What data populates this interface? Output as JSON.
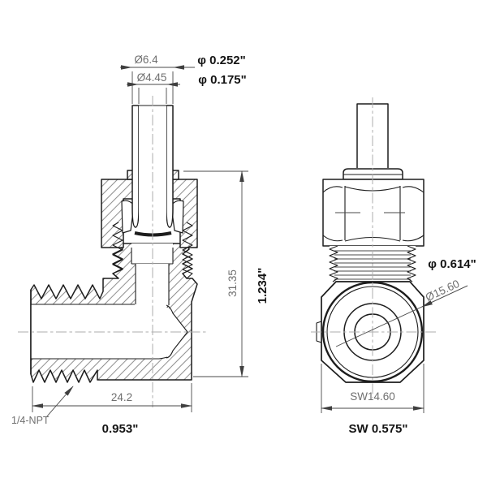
{
  "drawing": {
    "background": "#ffffff",
    "line_color": "#1d1d1d",
    "dim_line_color": "#4a4a4a",
    "mm_text_color": "#6f6f6f",
    "inch_text_color": "#141414",
    "centerline_color": "#adadad",
    "side_view": {
      "dim_tube_od_mm": "Ø6.4",
      "dim_tube_id_mm": "Ø4.45",
      "dim_tube_od_inch": "φ 0.252\"",
      "dim_tube_id_inch": "φ 0.175\"",
      "dim_height_mm": "31.35",
      "dim_height_inch": "1.234\"",
      "dim_length_mm": "24.2",
      "dim_length_inch": "0.953\"",
      "label_thread": "1/4-NPT"
    },
    "front_view": {
      "dim_thread_od_inch": "φ 0.614\"",
      "dim_thread_od_mm": "Ø15.60",
      "dim_wrench_mm": "SW14.60",
      "dim_wrench_inch": "SW 0.575\""
    }
  }
}
